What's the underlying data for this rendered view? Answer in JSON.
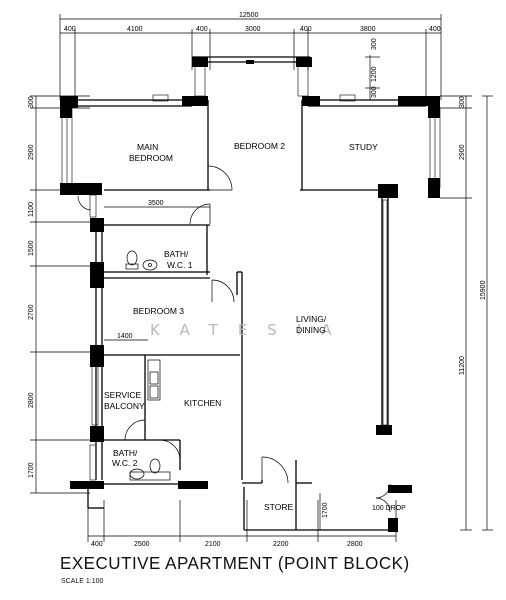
{
  "dimensions": {
    "top_overall": "12500",
    "top_segments": [
      "400",
      "4100",
      "400",
      "3000",
      "400",
      "3800",
      "400"
    ],
    "top_inner": [
      "300",
      "1200",
      "300"
    ],
    "left_segments": [
      "300",
      "2900",
      "1100",
      "1500",
      "2700",
      "2800",
      "1700"
    ],
    "right_segments": [
      "300",
      "2900"
    ],
    "right_overall": "15900",
    "right_living": "11200",
    "bottom_segments": [
      "400",
      "2500",
      "2100",
      "2200",
      "2800"
    ],
    "bedroom3_width": "1400",
    "corridor_width": "3500",
    "store_height": "1700",
    "drop_label": "100 DROP"
  },
  "rooms": {
    "main_bedroom": [
      "MAIN",
      "BEDROOM"
    ],
    "bedroom_2": "BEDROOM 2",
    "study": "STUDY",
    "bath_wc_1": [
      "BATH/",
      "W.C. 1"
    ],
    "bedroom_3": "BEDROOM 3",
    "living_dining": [
      "LIVING/",
      "DINING"
    ],
    "service_balcony": [
      "SERVICE",
      "BALCONY"
    ],
    "kitchen": "KITCHEN",
    "bath_wc_2": [
      "BATH/",
      "W.C. 2"
    ],
    "store": "STORE"
  },
  "watermark": "KATESIA",
  "title": "EXECUTIVE APARTMENT (POINT BLOCK)",
  "scale": "SCALE  1:100"
}
